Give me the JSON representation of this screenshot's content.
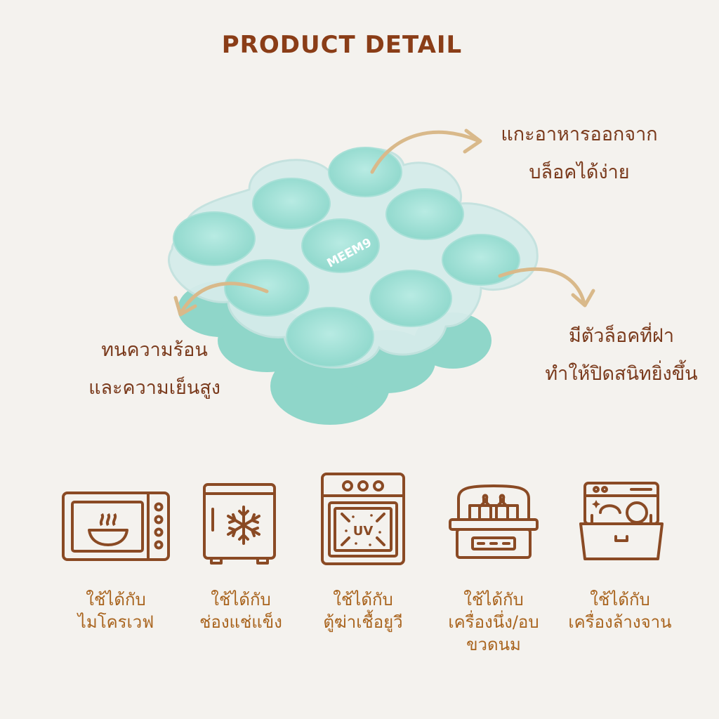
{
  "header": {
    "title": "PRODUCT DETAIL"
  },
  "tray": {
    "brand": "MEEM9"
  },
  "callouts": {
    "top_right": {
      "line1": "แกะอาหารออกจาก",
      "line2": "บล็อคได้ง่าย"
    },
    "left": {
      "line1": "ทนความร้อน",
      "line2": "และความเย็นสูง"
    },
    "right": {
      "line1": "มีตัวล็อคที่ฝา",
      "line2": "ทำให้ปิดสนิทยิ่งขึ้น"
    }
  },
  "features": [
    {
      "icon": "microwave-icon",
      "line1": "ใช้ได้กับ",
      "line2": "ไมโครเวฟ"
    },
    {
      "icon": "freezer-icon",
      "line1": "ใช้ได้กับ",
      "line2": "ช่องแช่แข็ง"
    },
    {
      "icon": "uv-sterilizer-icon",
      "icon_text": "UV",
      "line1": "ใช้ได้กับ",
      "line2": "ตู้ฆ่าเชื้อยูวี"
    },
    {
      "icon": "bottle-steamer-icon",
      "line1": "ใช้ได้กับ",
      "line2": "เครื่องนึ่ง/อบ",
      "line3": "ขวดนม"
    },
    {
      "icon": "dishwasher-icon",
      "line1": "ใช้ได้กับ",
      "line2": "เครื่องล้างจาน"
    }
  ],
  "colors": {
    "background": "#f4f2ee",
    "title": "#8a3d17",
    "callout_text": "#7a3a1c",
    "feature_text": "#a9641e",
    "icon_stroke": "#8a4a24",
    "arrow": "#d9b98a",
    "tray_mint": "#9fded5",
    "lid": "#d8eeec"
  }
}
